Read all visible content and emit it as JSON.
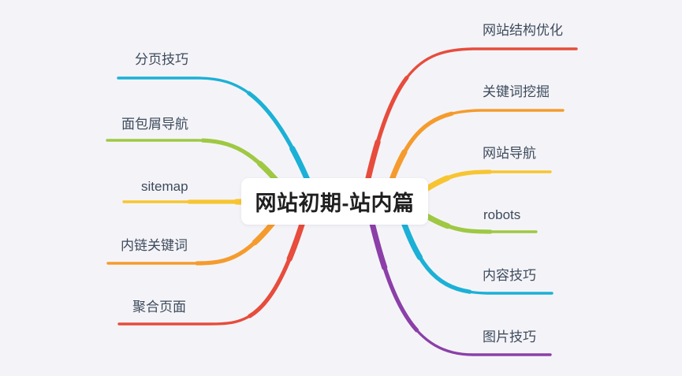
{
  "canvas": {
    "background": "#f4f4f8"
  },
  "root": {
    "label": "网站初期-站内篇",
    "bg": "#ffffff",
    "text_color": "#1f1f1f"
  },
  "label_text_color": "#3d4a5c",
  "branches": {
    "left": [
      {
        "id": "fenye",
        "label": "分页技巧",
        "color": "#1cb0d6"
      },
      {
        "id": "mianbaoxie",
        "label": "面包屑导航",
        "color": "#9fc843"
      },
      {
        "id": "sitemap",
        "label": "sitemap",
        "color": "#f7c531"
      },
      {
        "id": "neilian",
        "label": "内链关键词",
        "color": "#f59b2d"
      },
      {
        "id": "juhe",
        "label": "聚合页面",
        "color": "#e74c3c"
      }
    ],
    "right": [
      {
        "id": "jiegou",
        "label": "网站结构优化",
        "color": "#e74c3c"
      },
      {
        "id": "wajue",
        "label": "关键词挖掘",
        "color": "#f59b2d"
      },
      {
        "id": "daohang",
        "label": "网站导航",
        "color": "#f7c531"
      },
      {
        "id": "robots",
        "label": "robots",
        "color": "#9fc843"
      },
      {
        "id": "neirong",
        "label": "内容技巧",
        "color": "#1cb0d6"
      },
      {
        "id": "tupian",
        "label": "图片技巧",
        "color": "#8c3fa8"
      }
    ]
  }
}
